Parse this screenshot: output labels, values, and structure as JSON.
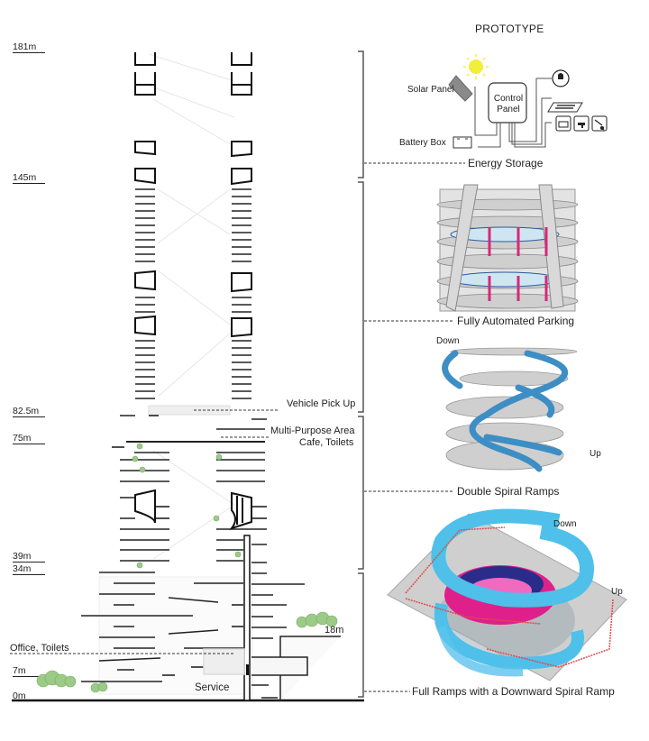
{
  "title": "PROTOTYPE",
  "levels": [
    {
      "label": "181m"
    },
    {
      "label": "145m"
    },
    {
      "label": "82.5m"
    },
    {
      "label": "75m"
    },
    {
      "label": "39m"
    },
    {
      "label": "34m"
    },
    {
      "label": "7m"
    },
    {
      "label": "0m"
    }
  ],
  "section_labels": {
    "vehicle_pickup": "Vehicle Pick Up",
    "multi_purpose": "Multi-Purpose Area",
    "cafe": "Cafe, Toilets",
    "office": "Office, Toilets",
    "service": "Service",
    "terrace_level": "18m"
  },
  "energy_diagram": {
    "solar_panel": "Solar Panel",
    "control_panel_line1": "Control",
    "control_panel_line2": "Panel",
    "battery_box": "Battery Box",
    "icons": [
      "sun-icon",
      "solar-panel-icon",
      "lightbulb-icon",
      "heating-mat-icon",
      "radio-icon",
      "water-tap-icon",
      "sprinkler-icon",
      "battery-icon"
    ]
  },
  "prototypes": [
    {
      "caption": "Energy Storage"
    },
    {
      "caption": "Fully Automated Parking"
    },
    {
      "caption": "Double Spiral Ramps",
      "tag_down": "Down",
      "tag_up": "Up"
    },
    {
      "caption": "Full Ramps with a Downward Spiral Ramp",
      "tag_down": "Down",
      "tag_up": "Up"
    }
  ],
  "colors": {
    "line": "#222222",
    "ramp_blue": "#4aa8d8",
    "ramp_light": "#5bc3ec",
    "magenta": "#d6287a",
    "plate_grey": "#c8c8c8",
    "tree_green": "#8cbf7a",
    "sun_yellow": "#f2ee3a",
    "route_red": "#e24a4a"
  }
}
